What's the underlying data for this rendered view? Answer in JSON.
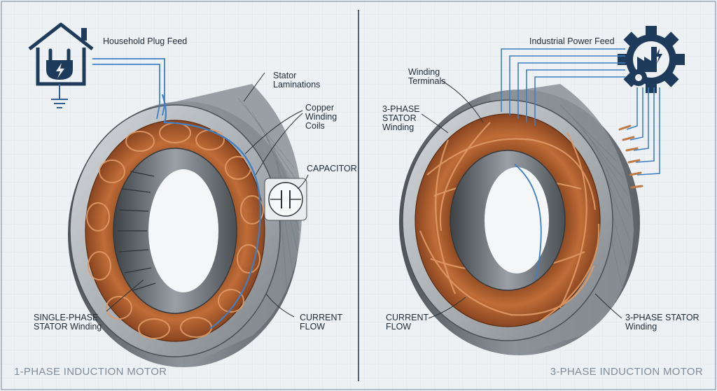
{
  "left_panel": {
    "title": "1-PHASE INDUCTION MOTOR",
    "labels": {
      "plug_feed": "Household Plug Feed",
      "stator_laminations": [
        "Stator",
        "Laminations"
      ],
      "copper_coils": [
        "Copper",
        "Winding",
        "Coils"
      ],
      "capacitor": "CAPACITOR",
      "winding": [
        "SINGLE-PHASE",
        "STATOR Winding"
      ],
      "current_flow": [
        "CURRENT",
        "FLOW"
      ]
    },
    "icons": [
      "house-plug-icon",
      "ground-icon",
      "capacitor-symbol"
    ]
  },
  "right_panel": {
    "title": "3-PHASE INDUCTION MOTOR",
    "labels": {
      "power_feed": "Industrial Power Feed",
      "winding_terminals": [
        "Winding",
        "Terminals"
      ],
      "stator_winding_top": [
        "3-PHASE",
        "STATOR",
        "Winding"
      ],
      "current_flow": [
        "CURRENT",
        "FLOW"
      ],
      "stator_winding_bottom": [
        "3-PHASE STATOR",
        "Winding"
      ]
    },
    "icons": [
      "factory-gear-icon"
    ]
  },
  "colors": {
    "background": "#eef1f4",
    "grid": "#d6dde4",
    "steel_dark": "#5f656b",
    "steel_light": "#b9bec3",
    "copper": "#b4622f",
    "copper_light": "#d98a55",
    "wire_blue": "#3f7fc4",
    "icon_navy": "#1f3b5c"
  }
}
